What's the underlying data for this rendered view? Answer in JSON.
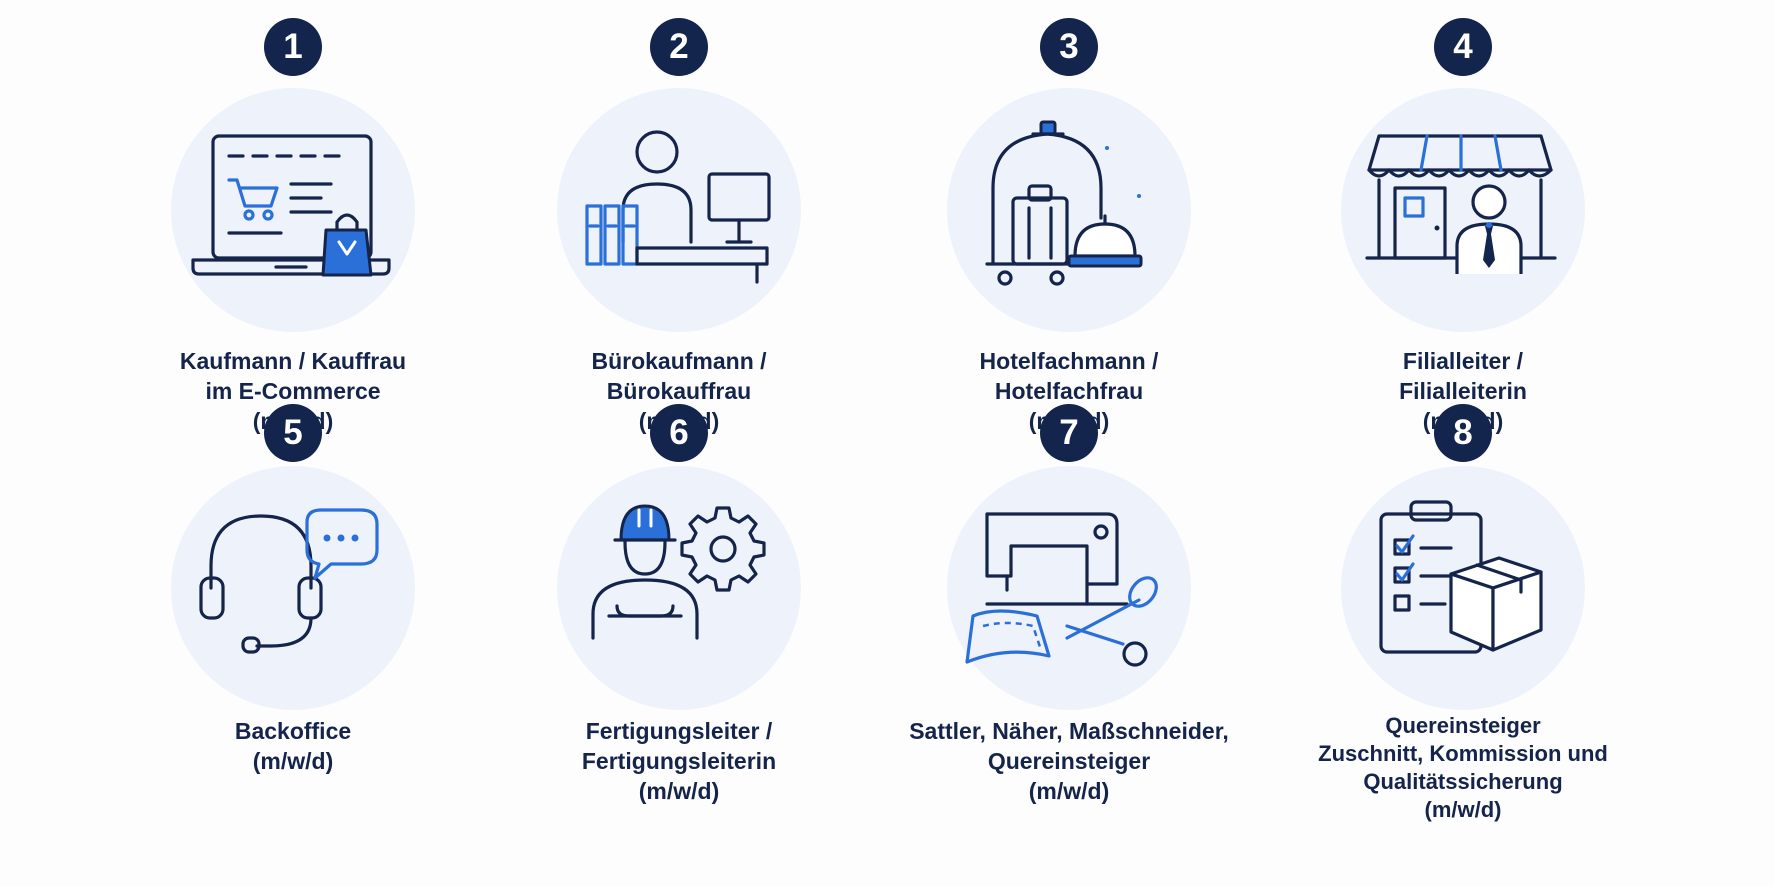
{
  "jobs": [
    {
      "number": "1",
      "icon": "laptop-shopping-icon",
      "lines": [
        "Kaufmann / Kauffrau",
        "im E-Commerce",
        "(m/w/d)"
      ]
    },
    {
      "number": "2",
      "icon": "office-desk-icon",
      "lines": [
        "Bürokaufmann /",
        "Bürokauffrau",
        "(m/w/d)"
      ]
    },
    {
      "number": "3",
      "icon": "hotel-luggage-cart-icon",
      "lines": [
        "Hotelfachmann /",
        "Hotelfachfrau",
        "(m/w/d)"
      ]
    },
    {
      "number": "4",
      "icon": "storefront-manager-icon",
      "lines": [
        "Filialleiter /",
        "Filialleiterin",
        "(m/w/d)"
      ]
    },
    {
      "number": "5",
      "icon": "headset-chat-icon",
      "lines": [
        "Backoffice",
        "(m/w/d)"
      ]
    },
    {
      "number": "6",
      "icon": "worker-gear-icon",
      "lines": [
        "Fertigungsleiter /",
        "Fertigungsleiterin",
        "(m/w/d)"
      ]
    },
    {
      "number": "7",
      "icon": "sewing-machine-scissors-icon",
      "lines": [
        "Sattler, Näher, Maßschneider,",
        "Quereinsteiger",
        "(m/w/d)"
      ]
    },
    {
      "number": "8",
      "icon": "checklist-box-icon",
      "lines": [
        "Quereinsteiger",
        "Zuschnitt, Kommission und",
        "Qualitätssicherung",
        "(m/w/d)"
      ]
    }
  ],
  "colors": {
    "navy": "#13254d",
    "accent": "#2b6fd9",
    "disc": "#eef3fb"
  }
}
